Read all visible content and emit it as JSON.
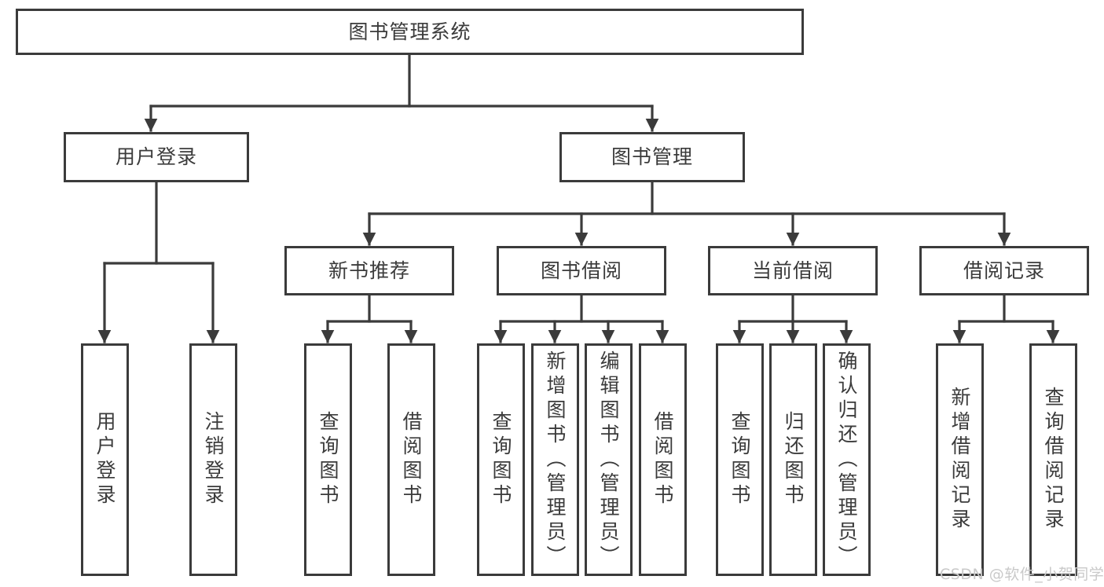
{
  "diagram": {
    "title": "图书管理系统",
    "type": "tree-hierarchy",
    "root": {
      "label": "图书管理系统"
    },
    "level2": [
      {
        "label": "用户登录"
      },
      {
        "label": "图书管理"
      }
    ],
    "level3": [
      {
        "label": "新书推荐"
      },
      {
        "label": "图书借阅"
      },
      {
        "label": "当前借阅"
      },
      {
        "label": "借阅记录"
      }
    ],
    "leaves": {
      "user_login": [
        {
          "label": "用户登录"
        },
        {
          "label": "注销登录"
        }
      ],
      "new_book_recommend": [
        {
          "label": "查询图书"
        },
        {
          "label": "借阅图书"
        }
      ],
      "book_borrow": [
        {
          "label": "查询图书"
        },
        {
          "label": "新增图书（管理员）"
        },
        {
          "label": "编辑图书（管理员）"
        },
        {
          "label": "借阅图书"
        }
      ],
      "current_borrow": [
        {
          "label": "查询图书"
        },
        {
          "label": "归还图书"
        },
        {
          "label": "确认归还（管理员）"
        }
      ],
      "borrow_record": [
        {
          "label": "新增借阅记录"
        },
        {
          "label": "查询借阅记录"
        }
      ]
    }
  },
  "watermark": {
    "text": "CSDN @软件_小贺同学"
  },
  "colors": {
    "stroke": "#3b3b3b",
    "fill": "#ffffff",
    "watermark": "#c9c9c9"
  }
}
